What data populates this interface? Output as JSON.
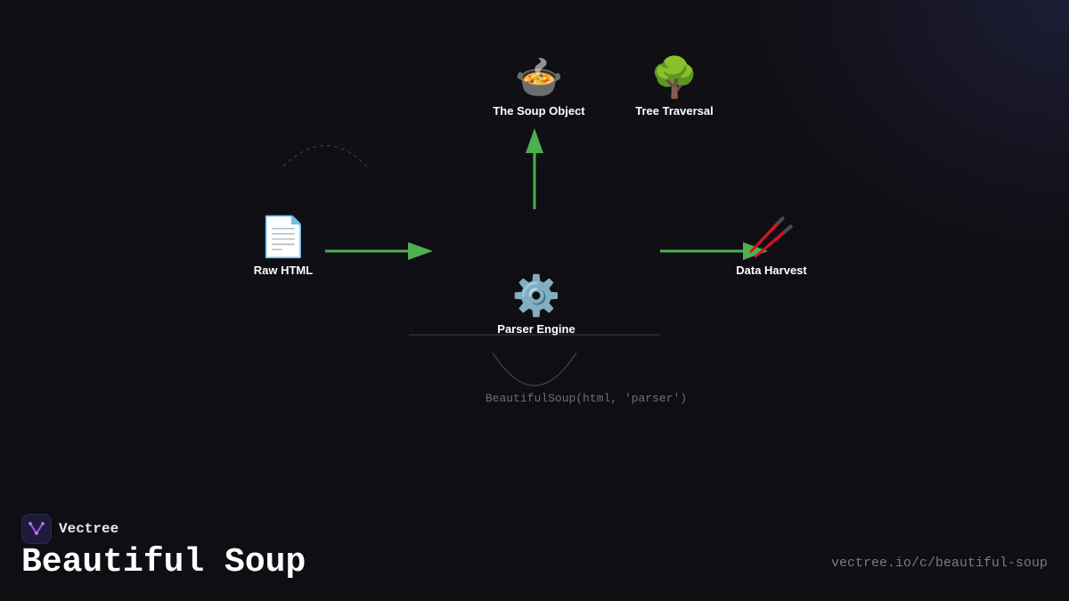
{
  "diagram": {
    "nodes": {
      "raw_html": {
        "icon": "page-facing-up-icon",
        "emoji": "📄",
        "label": "Raw HTML"
      },
      "parser_engine": {
        "icon": "gear-icon",
        "emoji": "⚙️",
        "label": "Parser Engine"
      },
      "soup_object": {
        "icon": "pot-of-food-icon",
        "emoji": "🍲",
        "label": "The Soup Object"
      },
      "tree_traversal": {
        "icon": "deciduous-tree-icon",
        "emoji": "🌳",
        "label": "Tree Traversal"
      },
      "data_harvest": {
        "icon": "chopsticks-icon",
        "emoji": "🥢",
        "label": "Data Harvest"
      }
    },
    "code_caption": "BeautifulSoup(html, 'parser')",
    "colors": {
      "arrow": "#4caf50",
      "background": "#0f0f14",
      "accent": "#8b5cf6"
    }
  },
  "footer": {
    "brand_name": "Vectree",
    "title": "Beautiful Soup",
    "url": "vectree.io/c/beautiful-soup"
  }
}
